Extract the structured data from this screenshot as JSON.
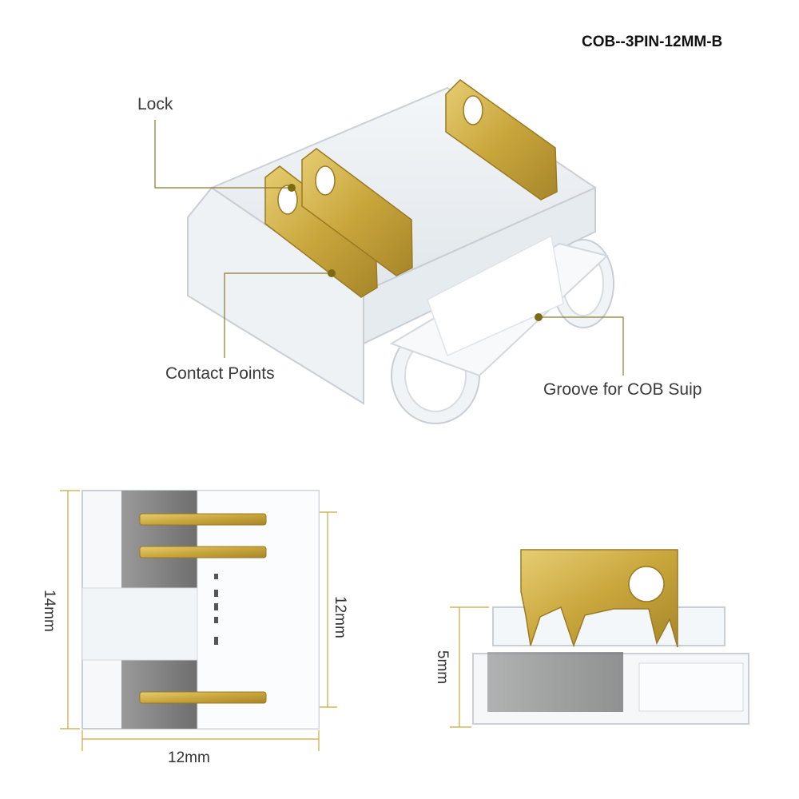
{
  "product_code": "COB--3PIN-12MM-B",
  "callouts": {
    "lock": "Lock",
    "contact_points": "Contact Points",
    "groove": "Groove for COB Suip"
  },
  "dimensions": {
    "top_height": "14mm",
    "top_inner": "12mm",
    "top_width": "12mm",
    "side_height": "5mm"
  },
  "colors": {
    "brass": "#c9a63c",
    "leader": "#8a7a2a",
    "plastic_edge": "#c8ced3",
    "dark_strip": "#7a7a7a"
  }
}
